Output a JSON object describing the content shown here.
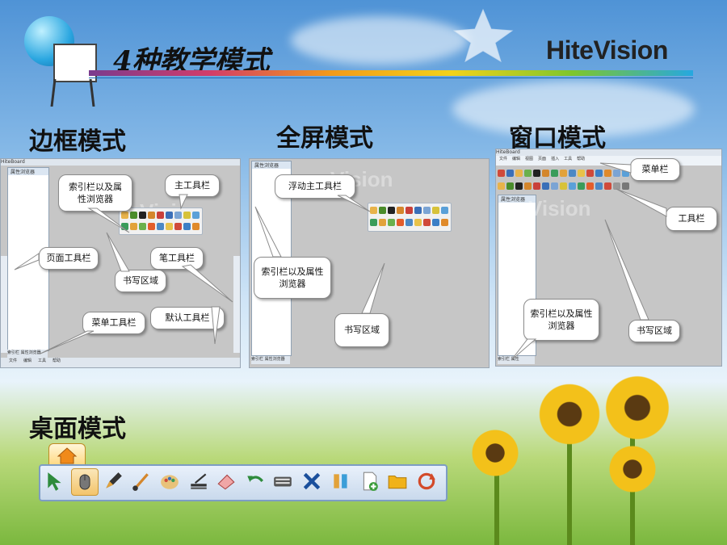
{
  "header": {
    "title": "4种教学模式",
    "brand": "HiteVision"
  },
  "sections": {
    "border_mode": "边框模式",
    "fullscreen_mode": "全屏模式",
    "window_mode": "窗口模式",
    "desktop_mode": "桌面模式"
  },
  "border_shot": {
    "app_title": "HiteBoard",
    "panel_header": "属性浏览器",
    "watermark": "Vision",
    "callouts": {
      "index_props": "索引栏以及属\n性浏览器",
      "main_toolbar": "主工具栏",
      "page_toolbar": "页面工具栏",
      "pen_toolbar": "笔工具栏",
      "writing_area": "书写区域",
      "menu_toolbar": "菜单工具栏",
      "default_toolbar": "默认工具栏"
    },
    "bottom_tabs": [
      "索引栏",
      "属性浏览器"
    ],
    "menu_items": [
      "文件",
      "编辑",
      "工具",
      "帮助"
    ]
  },
  "fullscreen_shot": {
    "panel_header": "属性浏览器",
    "watermark": "Vision",
    "callouts": {
      "floating_toolbar": "浮动主工具栏",
      "index_props": "索引栏以及属性\n浏览器",
      "writing_area": "书写区域"
    },
    "bottom_tabs": [
      "索引栏",
      "属性浏览器"
    ]
  },
  "window_shot": {
    "app_title": "HiteBoard",
    "panel_header": "属性浏览器",
    "watermark": "Vision",
    "menu_items": [
      "文件",
      "编辑",
      "视图",
      "页面",
      "插入",
      "工具",
      "帮助"
    ],
    "callouts": {
      "menu_bar": "菜单栏",
      "toolbar": "工具栏",
      "index_props": "索引栏以及属性\n浏览器",
      "writing_area": "书写区域"
    },
    "bottom_tabs": [
      "索引栏",
      "属性"
    ]
  },
  "desktop_bar": {
    "icons": [
      "home-icon",
      "cursor-arrow-icon",
      "mouse-icon",
      "pen-icon",
      "brush-icon",
      "palette-icon",
      "highlighter-icon",
      "eraser-icon",
      "undo-icon",
      "keyboard-icon",
      "tools-icon",
      "magnet-tool-icon",
      "new-page-icon",
      "folder-icon",
      "redo-icon"
    ],
    "selected": "mouse-icon"
  }
}
